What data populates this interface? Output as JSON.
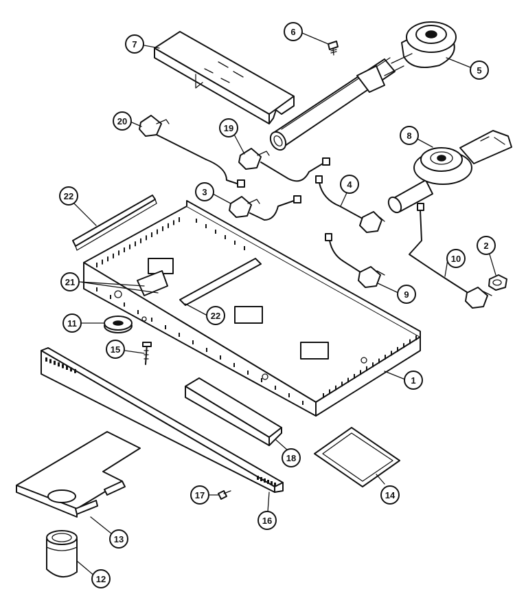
{
  "callouts": [
    {
      "id": "c1",
      "label": "1"
    },
    {
      "id": "c2",
      "label": "2"
    },
    {
      "id": "c3",
      "label": "3"
    },
    {
      "id": "c4",
      "label": "4"
    },
    {
      "id": "c5",
      "label": "5"
    },
    {
      "id": "c6",
      "label": "6"
    },
    {
      "id": "c7",
      "label": "7"
    },
    {
      "id": "c8",
      "label": "8"
    },
    {
      "id": "c9",
      "label": "9"
    },
    {
      "id": "c10",
      "label": "10"
    },
    {
      "id": "c11",
      "label": "11"
    },
    {
      "id": "c12",
      "label": "12"
    },
    {
      "id": "c13",
      "label": "13"
    },
    {
      "id": "c14",
      "label": "14"
    },
    {
      "id": "c15",
      "label": "15"
    },
    {
      "id": "c16",
      "label": "16"
    },
    {
      "id": "c17",
      "label": "17"
    },
    {
      "id": "c18",
      "label": "18"
    },
    {
      "id": "c19",
      "label": "19"
    },
    {
      "id": "c20",
      "label": "20"
    },
    {
      "id": "c21",
      "label": "21"
    },
    {
      "id": "c22a",
      "label": "22"
    },
    {
      "id": "c22b",
      "label": "22"
    }
  ]
}
